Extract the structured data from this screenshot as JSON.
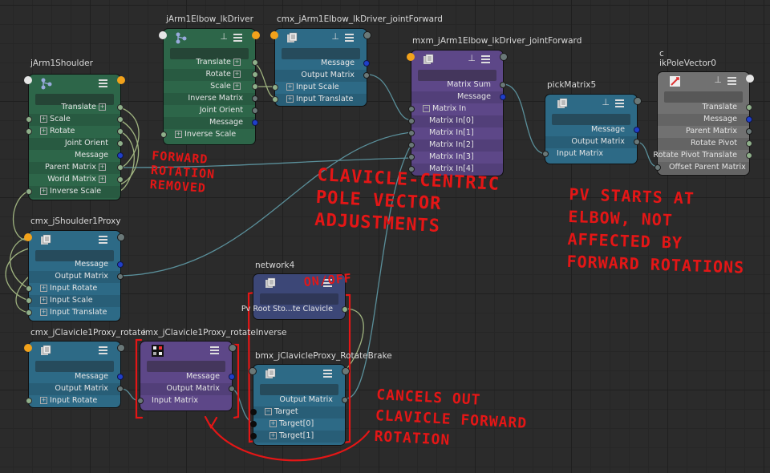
{
  "nodes": {
    "jArm1Shoulder": {
      "title": "jArm1Shoulder",
      "rows": [
        "Translate",
        "Scale",
        "Rotate",
        "Joint Orient",
        "Message",
        "Parent Matrix",
        "World Matrix",
        "Inverse Scale"
      ]
    },
    "jArm1Elbow": {
      "title": "jArm1Elbow_lkDriver",
      "rows": [
        "Translate",
        "Rotate",
        "Scale",
        "Inverse Matrix",
        "Joint Orient",
        "Message",
        "Inverse Scale"
      ]
    },
    "cmxElbow": {
      "title": "cmx_jArm1Elbow_lkDriver_jointForward",
      "rows": [
        "Message",
        "Output Matrix",
        "Input Scale",
        "Input Translate"
      ]
    },
    "mxm": {
      "title": "mxm_jArm1Elbow_lkDriver_jointForward",
      "rows": [
        "Matrix Sum",
        "Message",
        "Matrix In",
        "Matrix In[0]",
        "Matrix In[1]",
        "Matrix In[2]",
        "Matrix In[3]",
        "Matrix In[4]"
      ]
    },
    "pickMatrix5": {
      "title": "pickMatrix5",
      "rows": [
        "Message",
        "Output Matrix",
        "Input Matrix"
      ]
    },
    "ikPole": {
      "title_prefix": "c",
      "title": "ikPoleVector0",
      "rows": [
        "Translate",
        "Message",
        "Parent Matrix",
        "Rotate Pivot",
        "Rotate Pivot Translate",
        "Offset Parent Matrix"
      ]
    },
    "cmxShoulder": {
      "title": "cmx_jShoulder1Proxy",
      "rows": [
        "Message",
        "Output Matrix",
        "Input Rotate",
        "Input Scale",
        "Input Translate"
      ]
    },
    "network4": {
      "title": "network4",
      "rows": [
        "Pv Root Sto...te Clavicle"
      ]
    },
    "cmxClavicle": {
      "title": "cmx_jClavicle1Proxy_rotate",
      "rows": [
        "Message",
        "Output Matrix",
        "Input Rotate"
      ]
    },
    "imx": {
      "title": "imx_jClavicle1Proxy_rotateInverse",
      "rows": [
        "Message",
        "Output Matrix",
        "Input Matrix"
      ]
    },
    "bmx": {
      "title": "bmx_jClavicleProxy_RotateBrake",
      "rows": [
        "Output Matrix",
        "Target",
        "Target[0]",
        "Target[1]"
      ]
    }
  },
  "annotations": {
    "forward_rotation_removed": [
      "FORWARD",
      "ROTATION",
      "REMOVED"
    ],
    "clavicle_centric": [
      "CLAVICLE-CENTRIC",
      "POLE VECTOR",
      "ADJUSTMENTS"
    ],
    "pv_starts": [
      "PV STARTS AT",
      "ELBOW, NOT",
      "AFFECTED BY",
      "FORWARD ROTATIONS"
    ],
    "on_off": "ON/OFF",
    "cancels_out": [
      "CANCELS OUT",
      "CLAVICLE FORWARD",
      "ROTATION"
    ]
  },
  "colors": {
    "green_node": "#2d6649",
    "teal_node": "#2d6a86",
    "purple_node": "#5d4788",
    "gray_node": "#717171",
    "navy_node": "#3c4777",
    "annotation_red": "#e41616"
  }
}
